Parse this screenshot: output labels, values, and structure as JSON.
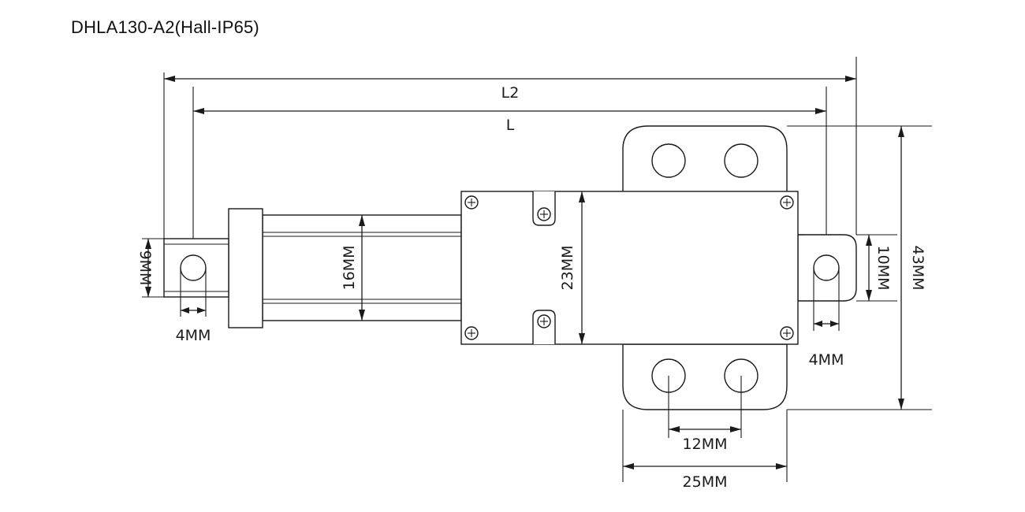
{
  "title": "DHLA130-A2(Hall-IP65)",
  "dimensions": {
    "l2": "L2",
    "l": "L",
    "rod_end_height": "9MM",
    "rod_end_hole": "4MM",
    "tube_height": "16MM",
    "body_height": "23MM",
    "rear_end_height": "10MM",
    "rear_end_hole": "4MM",
    "overall_height": "43MM",
    "bracket_hole_spacing": "12MM",
    "bracket_width": "25MM"
  },
  "colors": {
    "line": "#1a1a1a",
    "background": "#ffffff",
    "text": "#111111"
  }
}
